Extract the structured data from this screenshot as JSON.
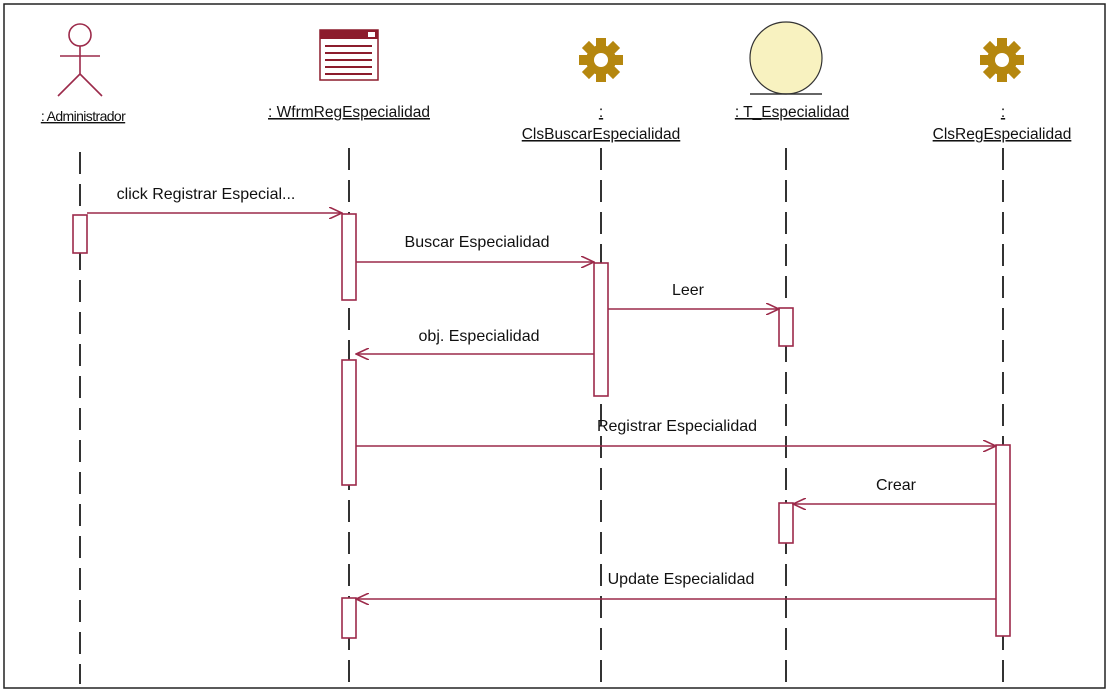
{
  "diagram": {
    "lifelines": [
      {
        "id": "admin",
        "kind": "actor",
        "label": ": Administrador"
      },
      {
        "id": "form",
        "kind": "boundary-form",
        "label": ": WfrmRegEspecialidad"
      },
      {
        "id": "buscar",
        "kind": "control",
        "label_prefix": ":",
        "label": "ClsBuscarEspecialidad"
      },
      {
        "id": "tabla",
        "kind": "entity",
        "label": ": T_Especialidad"
      },
      {
        "id": "reg",
        "kind": "control",
        "label_prefix": ":",
        "label": "ClsRegEspecialidad"
      }
    ],
    "messages": [
      {
        "label": "click Registrar Especial...",
        "from": "admin",
        "to": "form"
      },
      {
        "label": "Buscar Especialidad",
        "from": "form",
        "to": "buscar"
      },
      {
        "label": "Leer",
        "from": "buscar",
        "to": "tabla"
      },
      {
        "label": "obj. Especialidad",
        "from": "buscar",
        "to": "form"
      },
      {
        "label": "Registrar Especialidad",
        "from": "form",
        "to": "reg"
      },
      {
        "label": "Crear",
        "from": "reg",
        "to": "tabla"
      },
      {
        "label": "Update Especialidad",
        "from": "reg",
        "to": "form"
      }
    ],
    "colors": {
      "line": "#9c2a4a",
      "gear": "#b5870f",
      "gear_hole": "#ffffff",
      "entity_fill": "#f8f2c0",
      "form_header": "#8c1c2c",
      "lifeline": "#333333",
      "frame": "#222222"
    }
  }
}
